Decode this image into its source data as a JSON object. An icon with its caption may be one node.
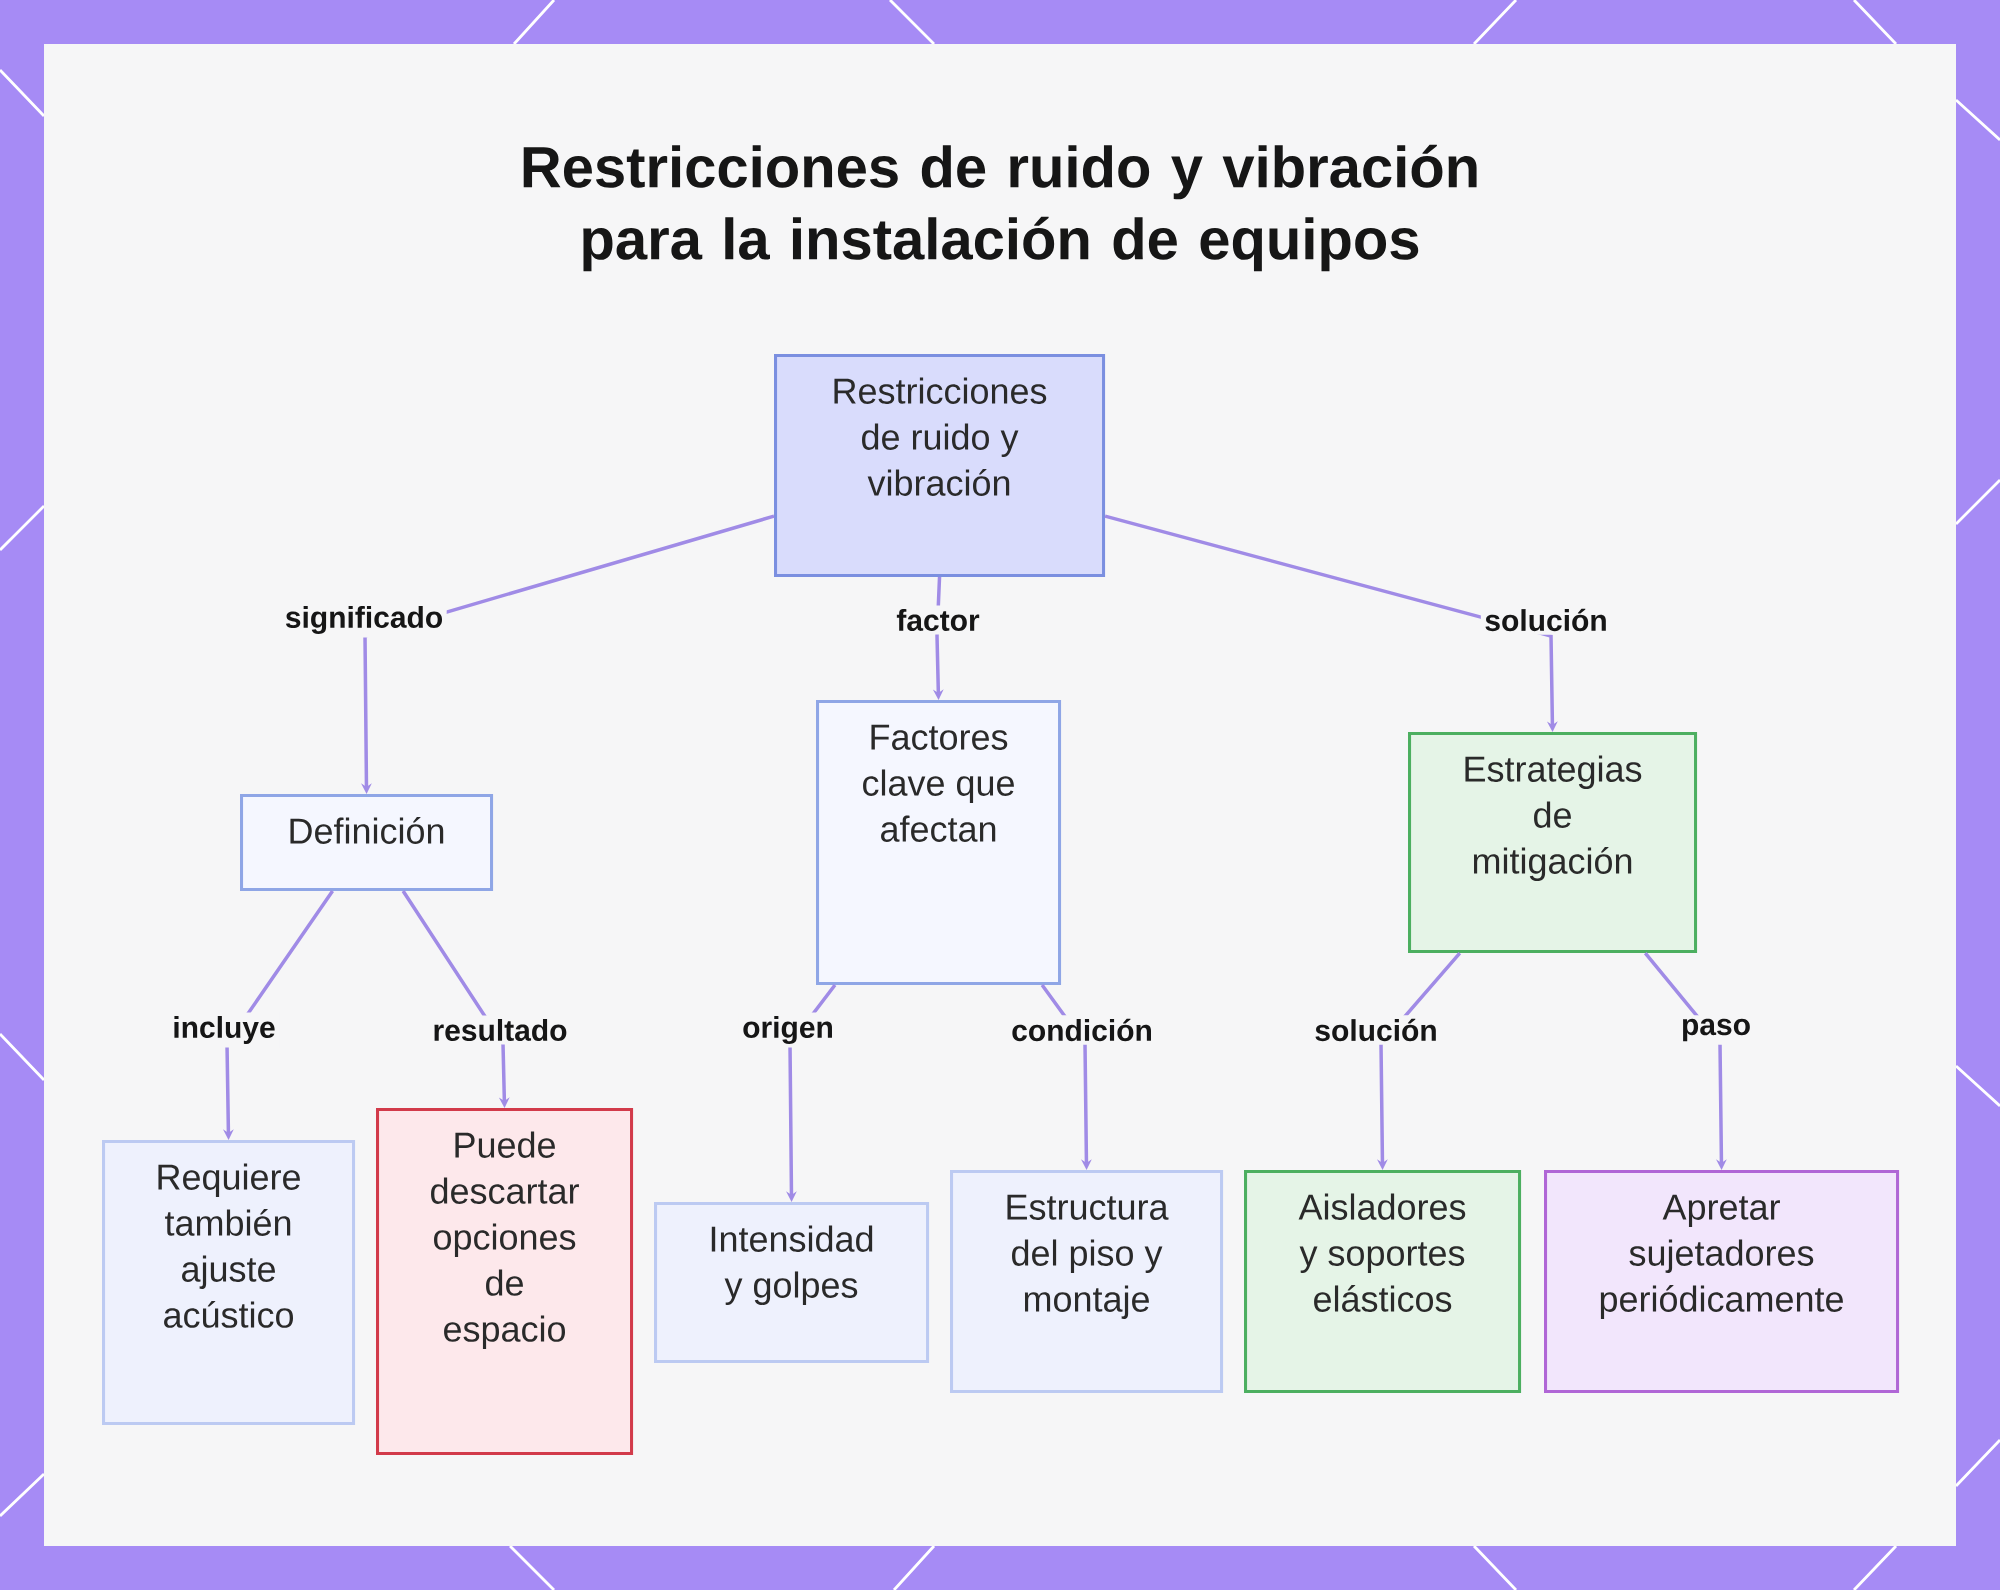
{
  "diagram": {
    "title": "Restricciones de ruido y vibración para la instalación de equipos",
    "nodes": [
      {
        "text": [
          "Restricciones de ruido y vibración"
        ]
      },
      {
        "text": [
          "Definición"
        ]
      },
      {
        "text": [
          "Factores clave que afectan"
        ]
      },
      {
        "text": [
          "Estrategias de mitigación"
        ]
      },
      {
        "text": [
          "Requiere también ajuste acústico"
        ]
      },
      {
        "text": [
          "Puede descartar opciones de espacio"
        ]
      },
      {
        "text": [
          "Intensidad y golpes"
        ]
      },
      {
        "text": [
          "Estructura del piso y montaje"
        ]
      },
      {
        "text": [
          "Aisladores y soportes elásticos"
        ]
      },
      {
        "text": [
          "Apretar sujetadores periódicamente"
        ]
      }
    ],
    "edges": [
      {
        "from": 0,
        "to": 1,
        "arrow": "to",
        "label": "significado"
      },
      {
        "from": 0,
        "to": 2,
        "arrow": "to",
        "label": "factor"
      },
      {
        "from": 0,
        "to": 3,
        "arrow": "to",
        "label": "solución"
      },
      {
        "from": 1,
        "to": 4,
        "arrow": "to",
        "label": "incluye"
      },
      {
        "from": 1,
        "to": 5,
        "arrow": "to",
        "label": "resultado"
      },
      {
        "from": 2,
        "to": 6,
        "arrow": "to",
        "label": "origen"
      },
      {
        "from": 2,
        "to": 7,
        "arrow": "to",
        "label": "condición"
      },
      {
        "from": 3,
        "to": 8,
        "arrow": "to",
        "label": "solución"
      },
      {
        "from": 3,
        "to": 9,
        "arrow": "to",
        "label": "paso"
      }
    ]
  }
}
